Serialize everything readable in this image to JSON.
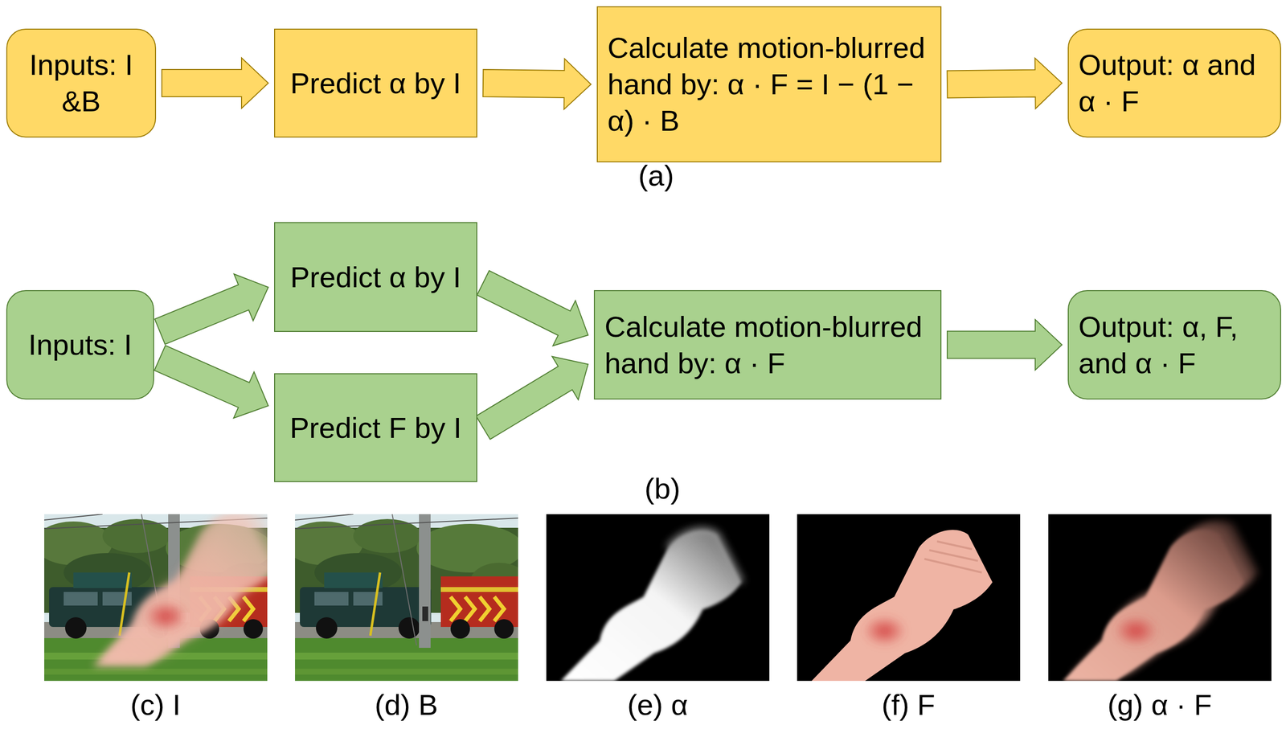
{
  "diagram": {
    "nodes": [
      {
        "text": [
          "Inputs: I &B"
        ]
      },
      {
        "text": [
          "Predict α by I"
        ]
      },
      {
        "text": [
          "Calculate motion-blurred hand by: α · F = I − (1 − α) · B"
        ]
      },
      {
        "text": [
          "Output: α and α · F"
        ]
      },
      {
        "text": [
          "Inputs: I"
        ]
      },
      {
        "text": [
          "Predict α by I"
        ]
      },
      {
        "text": [
          "Predict F by I"
        ]
      },
      {
        "text": [
          "Calculate motion-blurred hand by: α · F"
        ]
      },
      {
        "text": [
          "Output: α, F, and α · F"
        ]
      }
    ],
    "edges": [
      {
        "from": 0,
        "to": 1,
        "arrow": "to"
      },
      {
        "from": 1,
        "to": 2,
        "arrow": "to"
      },
      {
        "from": 2,
        "to": 3,
        "arrow": "to"
      },
      {
        "from": 4,
        "to": 5,
        "arrow": "to"
      },
      {
        "from": 4,
        "to": 6,
        "arrow": "to"
      },
      {
        "from": 5,
        "to": 7,
        "arrow": "to"
      },
      {
        "from": 6,
        "to": 7,
        "arrow": "to"
      },
      {
        "from": 7,
        "to": 8,
        "arrow": "to"
      }
    ],
    "labels": [
      "(a)",
      "(b)",
      "(c) I",
      "(d) B",
      "(e) α",
      "(f) F",
      "(g) α · F"
    ]
  }
}
